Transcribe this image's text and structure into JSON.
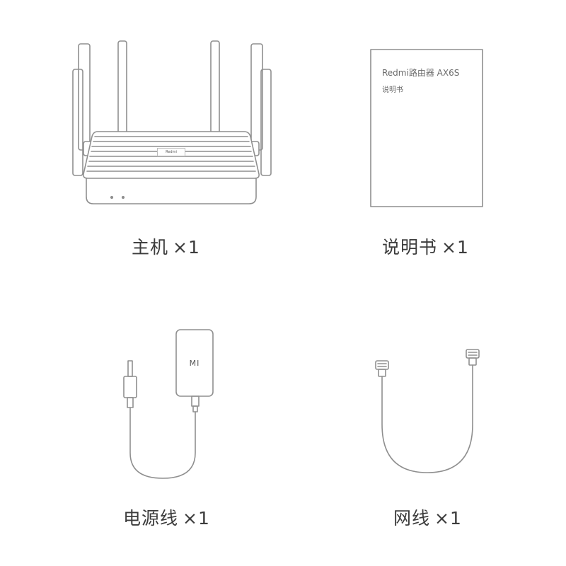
{
  "items": [
    {
      "name": "主机",
      "qty": "×1",
      "badge": "Redmi"
    },
    {
      "name": "说明书",
      "qty": "×1",
      "manual_title": "Redmi路由器 AX6S",
      "manual_sub": "说明书"
    },
    {
      "name": "电源线",
      "qty": "×1",
      "logo": "MI"
    },
    {
      "name": "网线",
      "qty": "×1"
    }
  ],
  "colors": {
    "stroke": "#8f8f8f",
    "text": "#3c3c3c",
    "background": "#ffffff"
  },
  "icons": [
    "router-illustration-icon",
    "manual-illustration-icon",
    "power-adapter-illustration-icon",
    "ethernet-cable-illustration-icon"
  ]
}
